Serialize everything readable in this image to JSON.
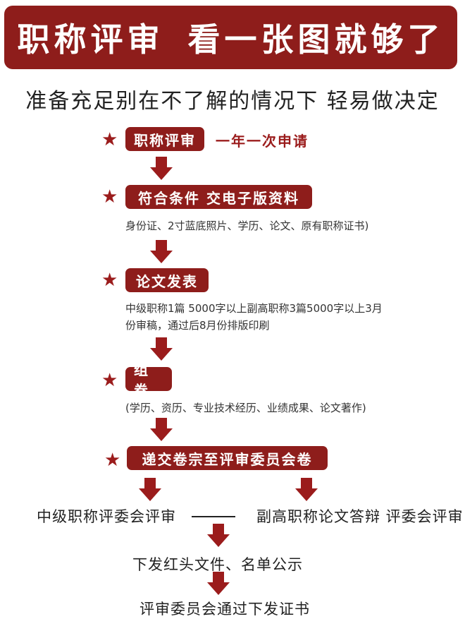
{
  "banner": {
    "left": "职称评审",
    "right": "看一张图就够了"
  },
  "subtitle": "准备充足别在不了解的情况下 轻易做决定",
  "steps": [
    {
      "label": "职称评审",
      "note": "一年一次申请"
    },
    {
      "label": "符合条件  交电子版资料",
      "desc": "身份证、2寸蓝底照片、学历、论文、原有职称证书)"
    },
    {
      "label": "论文发表",
      "desc_line1": "中级职称1篇 5000字以上副高职称3篇5000字以上3月",
      "desc_line2": "份审稿，通过后8月份排版印刷"
    },
    {
      "label": "组卷",
      "desc": "(学历、资历、专业技术经历、业绩成果、论文著作)"
    },
    {
      "label": "递交卷宗至评审委员会卷"
    }
  ],
  "branch": {
    "left": "中级职称评委会评审",
    "right": "副高职称论文答辩 评委会评审"
  },
  "final": {
    "step1": "下发红头文件、名单公示",
    "step2": "评审委员会通过下发证书"
  },
  "colors": {
    "accent": "#8e1d1b",
    "star": "#9b1c1c",
    "text": "#222222"
  },
  "icons": {
    "star": "★",
    "arrow": "down-arrow-icon"
  }
}
